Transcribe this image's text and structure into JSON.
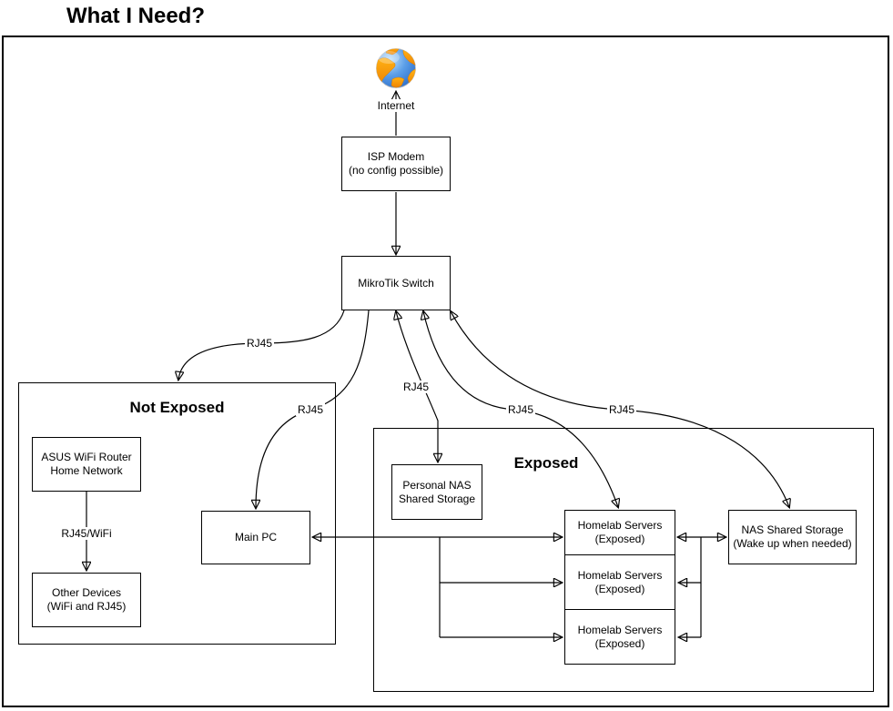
{
  "page": {
    "title": "What I Need?"
  },
  "colors": {
    "stroke": "#000000",
    "node_fill": "#ffffff",
    "globe_ocean": "#4b96e8",
    "globe_land": "#f79a05"
  },
  "groups": {
    "not_exposed": {
      "title": "Not Exposed"
    },
    "exposed": {
      "title": "Exposed"
    }
  },
  "nodes": {
    "internet": {
      "label": "Internet"
    },
    "isp_modem": {
      "label": "ISP Modem\n(no config possible)"
    },
    "switch": {
      "label": "MikroTik Switch"
    },
    "asus_router": {
      "label": "ASUS WiFi Router\nHome Network"
    },
    "other_devices": {
      "label": "Other Devices\n(WiFi and RJ45)"
    },
    "main_pc": {
      "label": "Main PC"
    },
    "personal_nas": {
      "label": "Personal NAS\nShared Storage"
    },
    "homelab": [
      {
        "label": "Homelab Servers\n(Exposed)"
      },
      {
        "label": "Homelab Servers\n(Exposed)"
      },
      {
        "label": "Homelab Servers\n(Exposed)"
      }
    ],
    "nas_storage": {
      "label": "NAS Shared Storage\n(Wake up when needed)"
    }
  },
  "edge_labels": {
    "switch_to_not_exposed": "RJ45",
    "switch_to_main_pc": "RJ45",
    "switch_to_personal_nas": "RJ45",
    "switch_to_homelab": "RJ45",
    "switch_to_nas_storage": "RJ45",
    "asus_to_other_devices": "RJ45/WiFi"
  }
}
